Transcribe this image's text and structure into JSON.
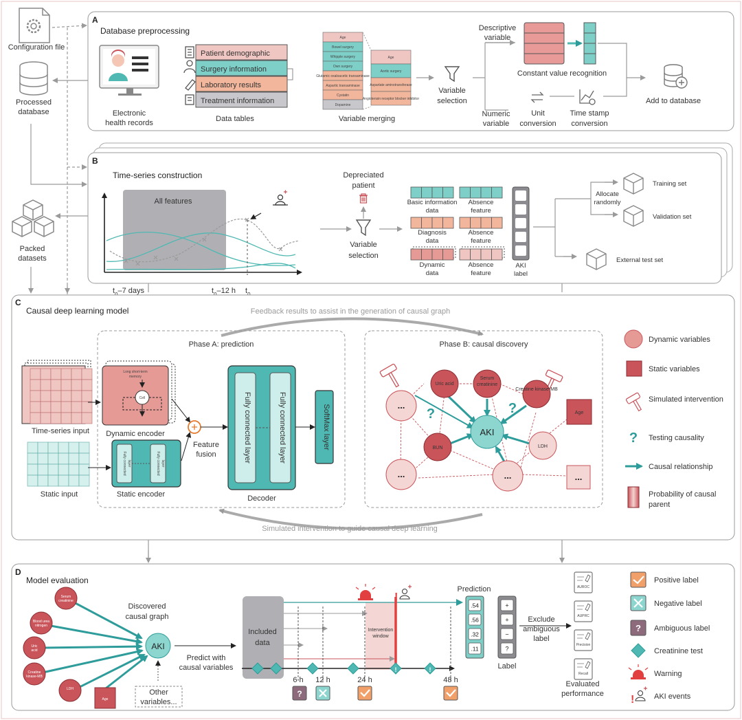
{
  "colors": {
    "teal": "#4fb8b2",
    "teal_dark": "#2e9c9a",
    "teal_light": "#cdeeea",
    "pink": "#f0c6c2",
    "pink_dark": "#c9555b",
    "pink_mid": "#e59a96",
    "gray_box": "#b0b0b4",
    "frame": "#888888"
  },
  "left_rail": {
    "config": "Configuration file",
    "processed": "Processed database",
    "packed": "Packed datasets"
  },
  "panelA": {
    "letter": "A",
    "title": "Database preprocessing",
    "ehr": "Electronic health records",
    "data_tables": "Data tables",
    "tables": [
      "Patient demographic",
      "Surgery information",
      "Laboratory results",
      "Treatment information"
    ],
    "var_merging": "Variable merging",
    "merge_left": [
      "Age",
      "Bowel surgery",
      "Whipple surgery",
      "Own surgery",
      "Glutamic oxaloacetic transaminase",
      "Aspartic transaminase",
      "Cystatin",
      "Dopamine"
    ],
    "merge_right": [
      "Age",
      "Aortic surgery",
      "Aspartate aminotransferase",
      "Angiotensin receptor blocker inhibitor"
    ],
    "var_selection": "Variable selection",
    "descriptive": "Descriptive variable",
    "numeric": "Numeric variable",
    "constant": "Constant value recognition",
    "unit": "Unit conversion",
    "timestamp": "Time stamp conversion",
    "add_db": "Add to database"
  },
  "panelB": {
    "letter": "B",
    "title": "Time-series construction",
    "all_features": "All features",
    "t1_base": "t",
    "t1_sub": "0",
    "t1_rest": "–7 days",
    "t2_base": "t",
    "t2_sub": "0",
    "t2_rest": "–12 h",
    "t3_base": "t",
    "t3_sub": "0",
    "depreciated": "Depreciated patient",
    "var_selection": "Variable selection",
    "basic": "Basic information data",
    "absence": "Absence feature",
    "diagnosis": "Diagnosis data",
    "dynamic": "Dynamic data",
    "aki_label": "AKI label",
    "allocate": "Allocate randomly",
    "training": "Training set",
    "validation": "Validation set",
    "external": "External test set"
  },
  "panelC": {
    "letter": "C",
    "title": "Causal deep learning model",
    "feedback": "Feedback results to assist in the generation of causal graph",
    "simulated": "Simulated intervention to guide causal deep learning",
    "phaseA": "Phase A: prediction",
    "phaseB": "Phase B: causal discovery",
    "ts_input": "Time-series input",
    "static_input": "Static input",
    "lstm": "Long short-term memory",
    "cell": "Cell",
    "fc_small": "Fully connected layer",
    "dyn_enc": "Dynamic encoder",
    "stat_enc": "Static encoder",
    "fusion": "Feature fusion",
    "fc": "Fully connected layer",
    "decoder": "Decoder",
    "softmax": "SoftMax layer",
    "aki": "AKI",
    "uric": "Uric acid",
    "serum": "Serum creatinine",
    "ck": "Creatine kinase-MB",
    "age": "Age",
    "bun": "BUN",
    "ldh": "LDH",
    "dots": "...",
    "q": "?",
    "legend": [
      "Dynamic variables",
      "Static variables",
      "Simulated intervention",
      "Testing causality",
      "Causal relationship",
      "Probability of causal parent"
    ]
  },
  "panelD": {
    "letter": "D",
    "title": "Model evaluation",
    "discovered": "Discovered causal graph",
    "aki": "AKI",
    "nodes": [
      "Serum creatinine",
      "Blood urea nitrogen",
      "Uric acid",
      "Creatine kinase-MB",
      "LDH"
    ],
    "age": "Age",
    "other": "Other variables...",
    "predict": "Predict with causal variables",
    "included": "Included data",
    "intervention": "Intervention window",
    "hours": [
      "6 h",
      "12 h",
      "24 h",
      "48 h"
    ],
    "prediction": "Prediction",
    "preds": [
      ".54",
      ".56",
      ".32",
      ".11"
    ],
    "label": "Label",
    "labels": [
      "+",
      "+",
      "−",
      "?"
    ],
    "exclude": "Exclude ambiguous label",
    "metrics": [
      "AUROC",
      "AUPRC",
      "Precision",
      "Recall"
    ],
    "evaluated": "Evaluated performance",
    "legend": [
      "Positive label",
      "Negative label",
      "Ambiguous label",
      "Creatinine test",
      "Warning",
      "AKI events"
    ]
  }
}
